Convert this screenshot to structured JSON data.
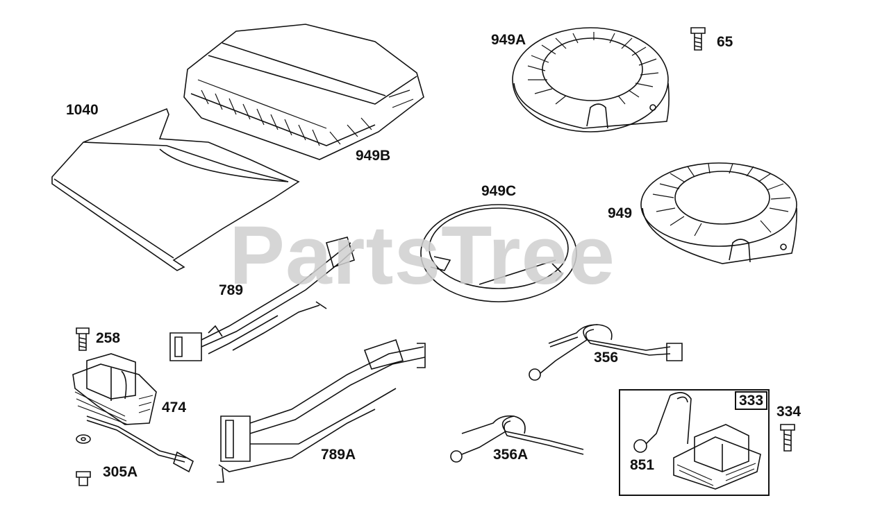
{
  "watermark": "PartsTree",
  "labels": {
    "l1040": "1040",
    "l949B": "949B",
    "l949A": "949A",
    "l65": "65",
    "l949C": "949C",
    "l949": "949",
    "l789": "789",
    "l258": "258",
    "l474": "474",
    "l305A": "305A",
    "l789A": "789A",
    "l356": "356",
    "l356A": "356A",
    "l333": "333",
    "l334": "334",
    "l851": "851"
  },
  "colors": {
    "ink": "#111111",
    "watermark": "#d0d0d0"
  }
}
